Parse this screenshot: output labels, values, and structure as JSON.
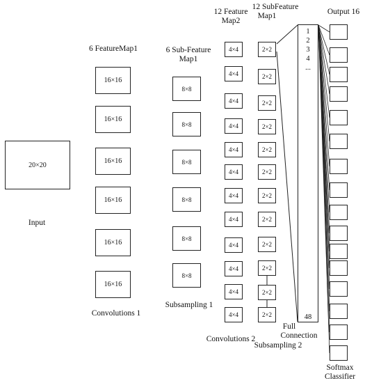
{
  "input": {
    "title": "Input",
    "size": "20×20"
  },
  "conv1": {
    "title": "6 FeatureMap1",
    "caption": "Convolutions 1",
    "size": "16×16",
    "count": 6
  },
  "sub1": {
    "title_line1": "6 Sub-Feature",
    "title_line2": "Map1",
    "caption": "Subsampling 1",
    "size": "8×8",
    "count": 6
  },
  "conv2": {
    "title_line1": "12 Feature",
    "title_line2": "Map2",
    "caption": "Convolutions 2",
    "size": "4×4",
    "count": 12
  },
  "sub2": {
    "title_line1": "12 SubFeature",
    "title_line2": "Map1",
    "caption": "Subsampling 2",
    "size": "2×2",
    "count": 12
  },
  "full": {
    "caption_line1": "Full",
    "caption_line2": "Connection",
    "items": [
      "1",
      "2",
      "3",
      "4",
      "..."
    ],
    "last": "48"
  },
  "output": {
    "title": "Output 16",
    "caption_line1": "Softmax",
    "caption_line2": "Classifier",
    "count": 16
  }
}
